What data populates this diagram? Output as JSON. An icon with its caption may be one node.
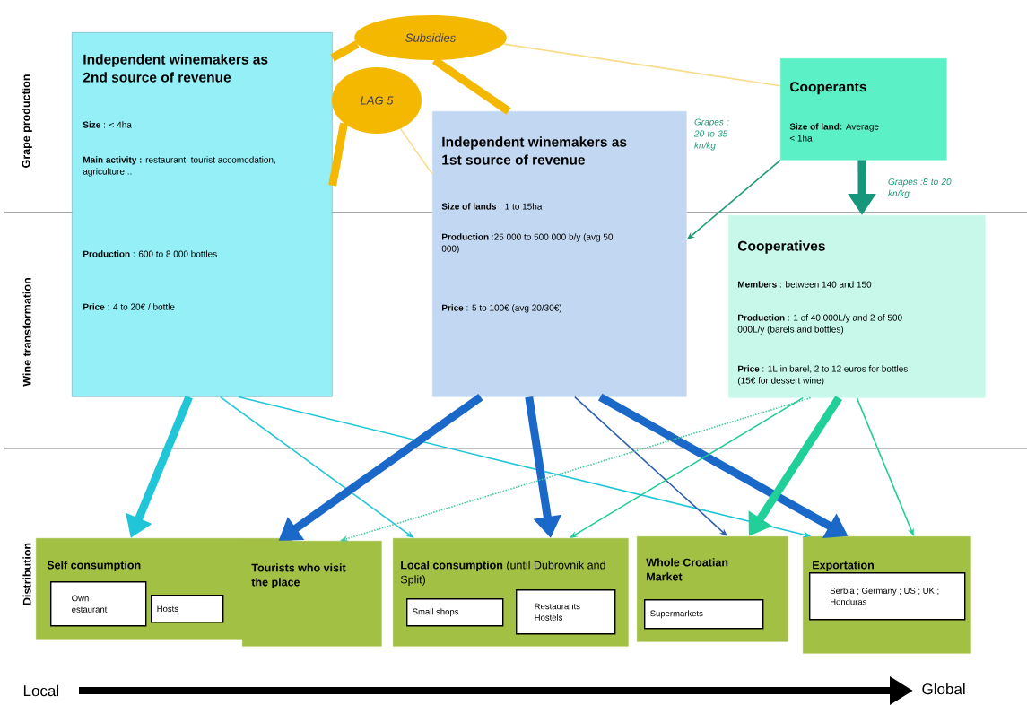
{
  "diagram": {
    "nodes": [
      {
        "text": [
          "Independent winemakers as 2nd source of revenue",
          "**Size** : < 4ha",
          "**Main activity :** restaurant, tourist accomodation, agriculture...",
          "**Production** : 600 to 8 000 bottles",
          "**Price** : 4 to 20€ / bottle"
        ]
      },
      {
        "text": [
          "Subsidies"
        ]
      },
      {
        "text": [
          "LAG 5"
        ]
      },
      {
        "text": [
          "Independent winemakers as 1st source of revenue",
          "**Size of lands** : 1 to 15ha",
          "**Production** :25 000  to 500 000 b/y (avg 50 000)",
          "**Price** : 5 to 100€ (avg 20/30€)"
        ]
      },
      {
        "text": [
          "Cooperants",
          "**Size of land:** Average < 1ha"
        ]
      },
      {
        "text": [
          "Cooperatives",
          "**Members** : between 140 and 150",
          "**Production** : 1 of 40 000L/y and 2 of 500 000L/y (barels and bottles)",
          "**Price** : 1L in barel, 2 to 12 euros for bottles (15€ for dessert wine)"
        ]
      },
      {
        "text": [
          "Self consumption"
        ]
      },
      {
        "text": [
          "Own estaurant"
        ],
        "in": 6
      },
      {
        "text": [
          "Hosts"
        ],
        "in": 6
      },
      {
        "text": [
          "Tourists who visit the place"
        ]
      },
      {
        "text": [
          "**Local consumption** (until Dubrovnik and Split)"
        ]
      },
      {
        "text": [
          "Small shops"
        ],
        "in": 10
      },
      {
        "text": [
          "Restaurants Hostels"
        ],
        "in": 10
      },
      {
        "text": [
          "Whole Croatian Market"
        ]
      },
      {
        "text": [
          "Supermarkets"
        ],
        "in": 13
      },
      {
        "text": [
          "Exportation"
        ]
      },
      {
        "text": [
          "Serbia ; Germany ; US ; UK ; Honduras"
        ],
        "in": 15
      }
    ],
    "edges": [
      {
        "from": 1,
        "to": 0,
        "arrow": "none",
        "style": "thick",
        "color": "#f5b800"
      },
      {
        "from": 1,
        "to": 3,
        "arrow": "none",
        "style": "thick",
        "color": "#f5b800"
      },
      {
        "from": 1,
        "to": 4,
        "arrow": "none",
        "color": "#f8dc8c"
      },
      {
        "from": 2,
        "to": 0,
        "arrow": "none",
        "style": "thick",
        "color": "#f5b800"
      },
      {
        "from": 2,
        "to": 3,
        "arrow": "none",
        "color": "#f8dc8c"
      },
      {
        "from": 4,
        "to": 3,
        "arrow": "to",
        "label": "Grapes : 20 to 35 kn/kg",
        "color": "#1f9a78"
      },
      {
        "from": 4,
        "to": 5,
        "arrow": "to",
        "label": "Grapes :8 to 20 kn/kg",
        "style": "thick",
        "color": "#16967a"
      },
      {
        "from": 0,
        "to": 6,
        "arrow": "to",
        "style": "thick",
        "color": "#20c6d8"
      },
      {
        "from": 0,
        "to": 10,
        "arrow": "to",
        "color": "#20c6d8"
      },
      {
        "from": 0,
        "to": 15,
        "arrow": "to",
        "color": "#20c6d8"
      },
      {
        "from": 3,
        "to": 9,
        "arrow": "to",
        "style": "thick",
        "color": "#1a68c8"
      },
      {
        "from": 3,
        "to": 10,
        "arrow": "to",
        "style": "thick",
        "color": "#1a68c8"
      },
      {
        "from": 3,
        "to": 13,
        "arrow": "to",
        "color": "#2c5fb0"
      },
      {
        "from": 3,
        "to": 15,
        "arrow": "to",
        "style": "thick",
        "color": "#1a68c8"
      },
      {
        "from": 5,
        "to": 9,
        "arrow": "to",
        "style": "dashed",
        "color": "#40c89a"
      },
      {
        "from": 5,
        "to": 10,
        "arrow": "to",
        "color": "#22cc98"
      },
      {
        "from": 5,
        "to": 13,
        "arrow": "to",
        "style": "thick",
        "color": "#20d098"
      },
      {
        "from": 5,
        "to": 15,
        "arrow": "to",
        "color": "#22cc98"
      }
    ],
    "labels": [
      "Grape production",
      "Wine transformation",
      "Distribution",
      "Local",
      "Global"
    ]
  }
}
